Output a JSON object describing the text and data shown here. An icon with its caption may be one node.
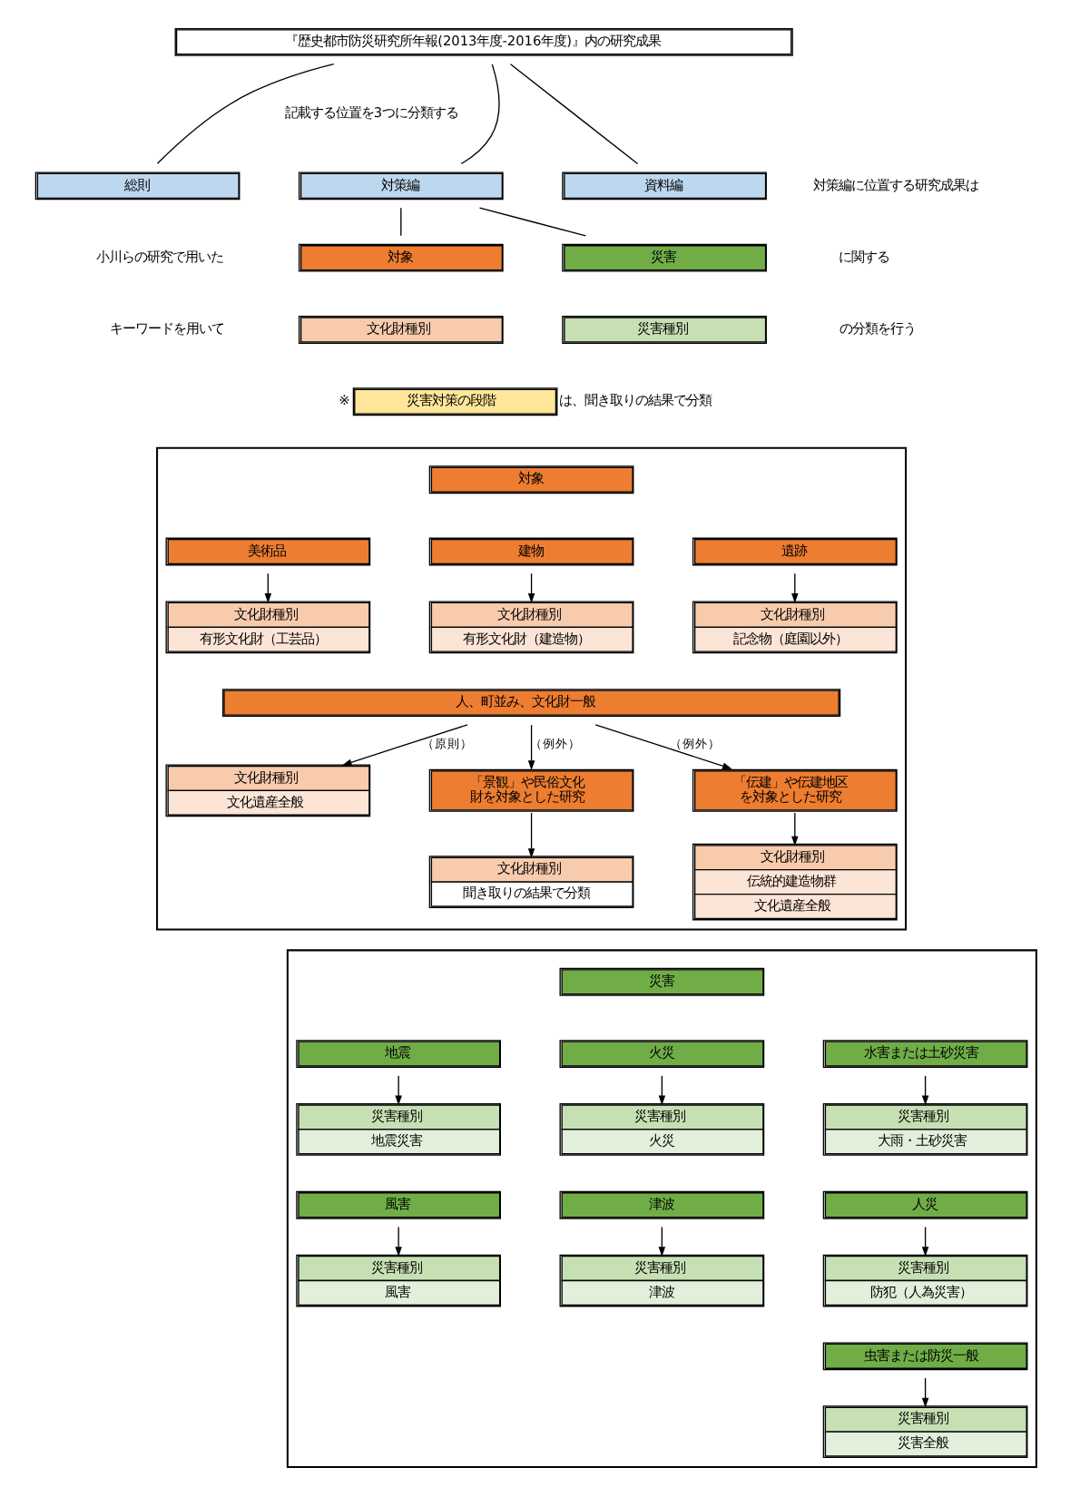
{
  "diagram": {
    "nodes": [
      {
        "text": [
          "『歴史都市防災研究所年報(2013年度-2016年度)』内の研究成果"
        ]
      },
      {
        "text": [
          "総則"
        ]
      },
      {
        "text": [
          "対策編"
        ]
      },
      {
        "text": [
          "資料編"
        ]
      },
      {
        "text": [
          "対象"
        ]
      },
      {
        "text": [
          "災害"
        ]
      },
      {
        "text": [
          "文化財種別"
        ]
      },
      {
        "text": [
          "災害種別"
        ]
      },
      {
        "text": [
          "災害対策の段階"
        ],
        "beside": [
          "※",
          "は、聞き取りの結果で分類"
        ]
      },
      {
        "text": [],
        "shape": "box"
      },
      {
        "text": [
          "対象"
        ],
        "in": 9
      },
      {
        "text": [
          "美術品"
        ],
        "in": 9
      },
      {
        "text": [
          "建物"
        ],
        "in": 9
      },
      {
        "text": [
          "遺跡"
        ],
        "in": 9
      },
      {
        "text": [
          "文化財種別",
          "有形文化財（工芸品）"
        ],
        "in": 9
      },
      {
        "text": [
          "文化財種別",
          "有形文化財（建造物）"
        ],
        "in": 9
      },
      {
        "text": [
          "文化財種別",
          "記念物（庭園以外）"
        ],
        "in": 9
      },
      {
        "text": [
          "人、町並み、文化財一般"
        ],
        "in": 9
      },
      {
        "text": [
          "文化財種別",
          "文化遺産全般"
        ],
        "in": 9
      },
      {
        "text": [
          "「景観」や民俗文化財を対象とした研究"
        ],
        "in": 9
      },
      {
        "text": [
          "「伝建」や伝建地区を対象とした研究"
        ],
        "in": 9
      },
      {
        "text": [
          "文化財種別",
          "聞き取りの結果で分類"
        ],
        "in": 9
      },
      {
        "text": [
          "文化財種別",
          "伝統的建造物群",
          "文化遺産全般"
        ],
        "in": 9
      },
      {
        "text": [],
        "shape": "box"
      },
      {
        "text": [
          "災害"
        ],
        "in": 23
      },
      {
        "text": [
          "地震"
        ],
        "in": 23
      },
      {
        "text": [
          "火災"
        ],
        "in": 23
      },
      {
        "text": [
          "水害または土砂災害"
        ],
        "in": 23
      },
      {
        "text": [
          "災害種別",
          "地震災害"
        ],
        "in": 23
      },
      {
        "text": [
          "災害種別",
          "火災"
        ],
        "in": 23
      },
      {
        "text": [
          "災害種別",
          "大雨・土砂災害"
        ],
        "in": 23
      },
      {
        "text": [
          "風害"
        ],
        "in": 23
      },
      {
        "text": [
          "津波"
        ],
        "in": 23
      },
      {
        "text": [
          "人災"
        ],
        "in": 23
      },
      {
        "text": [
          "災害種別",
          "風害"
        ],
        "in": 23
      },
      {
        "text": [
          "災害種別",
          "津波"
        ],
        "in": 23
      },
      {
        "text": [
          "災害種別",
          "防犯（人為災害）"
        ],
        "in": 23
      },
      {
        "text": [
          "虫害または防災一般"
        ],
        "in": 23
      },
      {
        "text": [
          "災害種別",
          "災害全般"
        ],
        "in": 23
      }
    ],
    "edges": [
      {
        "from": 0,
        "to": 1,
        "arrow": "none"
      },
      {
        "from": 0,
        "to": 2,
        "arrow": "none"
      },
      {
        "from": 0,
        "to": 3,
        "arrow": "none"
      },
      {
        "from": 2,
        "to": 4,
        "arrow": "none"
      },
      {
        "from": 2,
        "to": 5,
        "arrow": "none"
      },
      {
        "from": 11,
        "to": 14,
        "arrow": "to"
      },
      {
        "from": 12,
        "to": 15,
        "arrow": "to"
      },
      {
        "from": 13,
        "to": 16,
        "arrow": "to"
      },
      {
        "from": 17,
        "to": 18,
        "arrow": "to",
        "label": "（原則）"
      },
      {
        "from": 17,
        "to": 19,
        "arrow": "to",
        "label": "（例外）"
      },
      {
        "from": 17,
        "to": 20,
        "arrow": "to",
        "label": "（例外）"
      },
      {
        "from": 19,
        "to": 21,
        "arrow": "to"
      },
      {
        "from": 20,
        "to": 22,
        "arrow": "to"
      },
      {
        "from": 25,
        "to": 28,
        "arrow": "to"
      },
      {
        "from": 26,
        "to": 29,
        "arrow": "to"
      },
      {
        "from": 27,
        "to": 30,
        "arrow": "to"
      },
      {
        "from": 31,
        "to": 34,
        "arrow": "to"
      },
      {
        "from": 32,
        "to": 35,
        "arrow": "to"
      },
      {
        "from": 33,
        "to": 36,
        "arrow": "to"
      },
      {
        "from": 37,
        "to": 38,
        "arrow": "to"
      }
    ],
    "labels": [
      "記載する位置を3つに分類する",
      "対策編に位置する研究成果は",
      "小川らの研究で用いた",
      "に関する",
      "キーワードを用いて",
      "の分類を行う"
    ]
  }
}
